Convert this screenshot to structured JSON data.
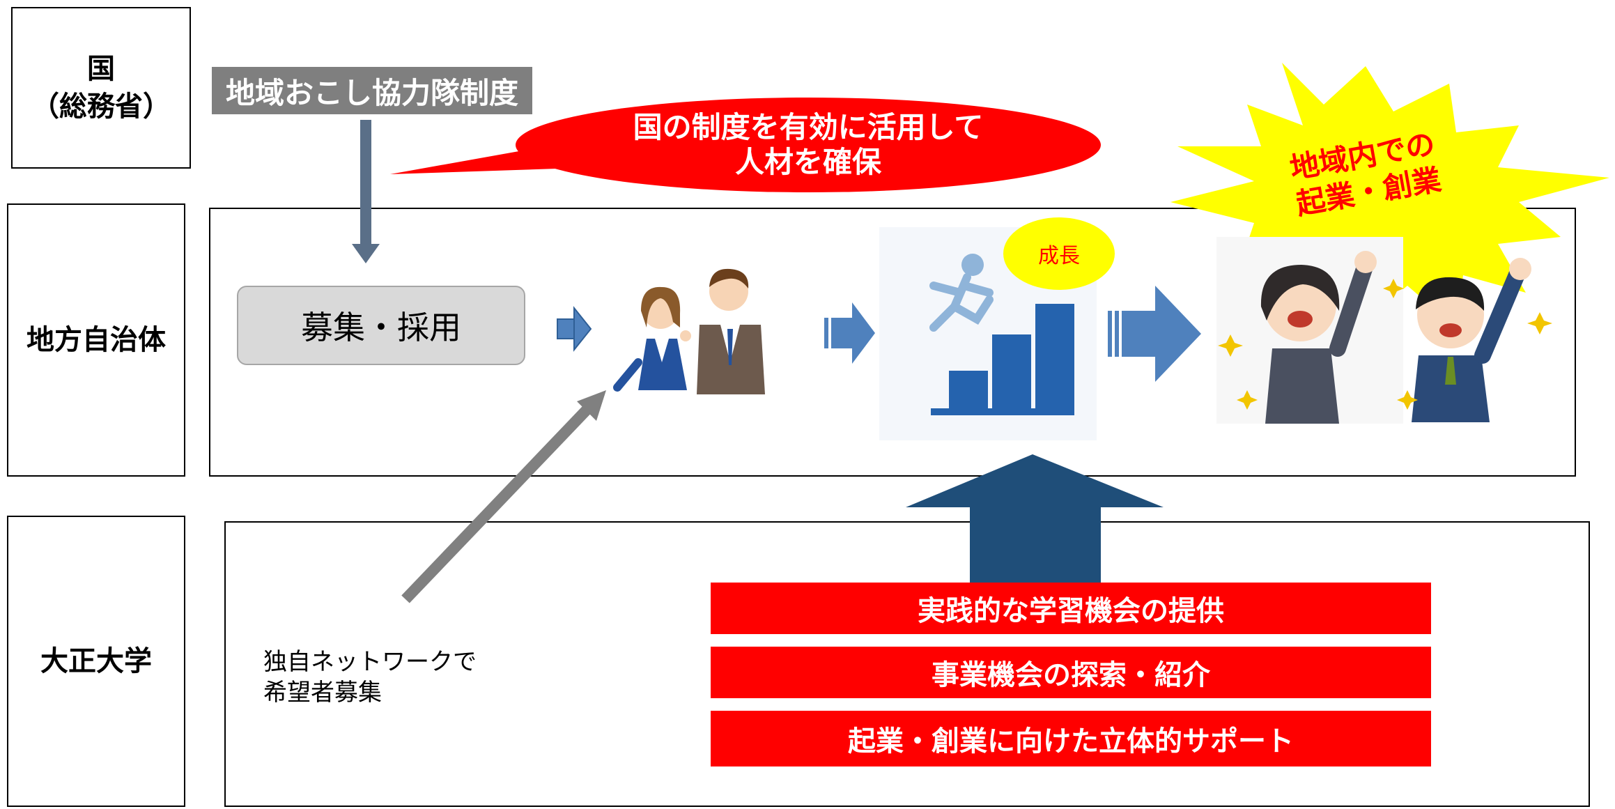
{
  "rows": {
    "national_line1": "国",
    "national_line2": "（総務省）",
    "municipality": "地方自治体",
    "university": "大正大学"
  },
  "program_label": "地域おこし協力隊制度",
  "callout_line1": "国の制度を有効に活用して",
  "callout_line2": "人材を確保",
  "recruit_label": "募集・採用",
  "growth_label": "成長",
  "burst_line1": "地域内での",
  "burst_line2": "起業・創業",
  "network_line1": "独自ネットワークで",
  "network_line2": "希望者募集",
  "support_items": [
    "実践的な学習機会の提供",
    "事業機会の探索・紹介",
    "起業・創業に向けた立体的サポート"
  ],
  "colors": {
    "red": "#ff0000",
    "yellow": "#ffff00",
    "arrow_blue": "#4f81bd",
    "dark_blue_arrow": "#1f4e79",
    "gray": "#7f7f7f"
  }
}
